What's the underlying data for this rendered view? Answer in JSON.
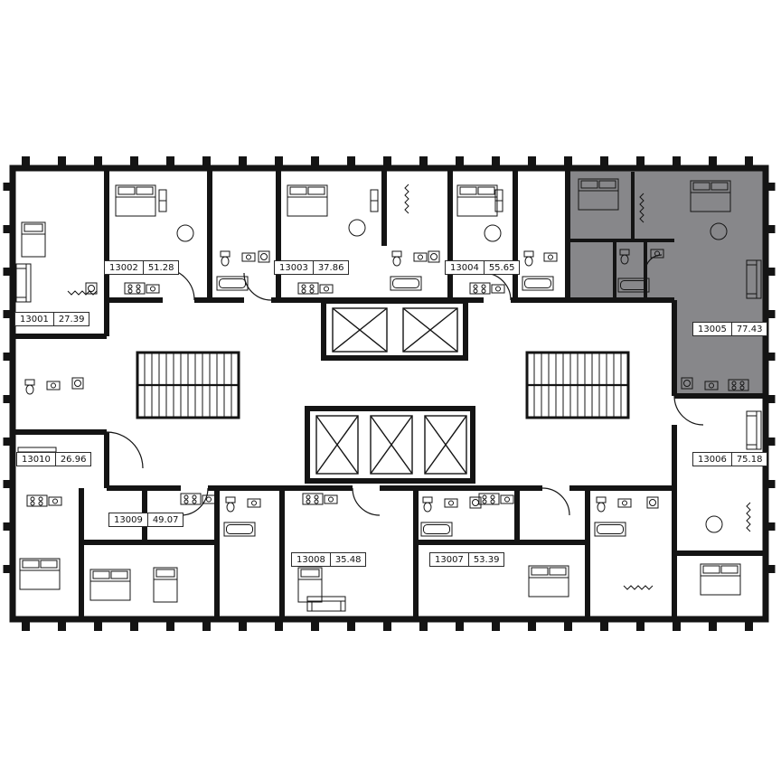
{
  "floorplan": {
    "selected_unit_id": "13005",
    "colors": {
      "selected_fill": "#87878a",
      "wall": "#141414",
      "background": "#ffffff",
      "label_border": "#2a2a2a"
    },
    "units": [
      {
        "id": "13001",
        "area": "27.39",
        "selected": false
      },
      {
        "id": "13002",
        "area": "51.28",
        "selected": false
      },
      {
        "id": "13003",
        "area": "37.86",
        "selected": false
      },
      {
        "id": "13004",
        "area": "55.65",
        "selected": false
      },
      {
        "id": "13005",
        "area": "77.43",
        "selected": true
      },
      {
        "id": "13006",
        "area": "75.18",
        "selected": false
      },
      {
        "id": "13007",
        "area": "53.39",
        "selected": false
      },
      {
        "id": "13008",
        "area": "35.48",
        "selected": false
      },
      {
        "id": "13009",
        "area": "49.07",
        "selected": false
      },
      {
        "id": "13010",
        "area": "26.96",
        "selected": false
      }
    ]
  }
}
